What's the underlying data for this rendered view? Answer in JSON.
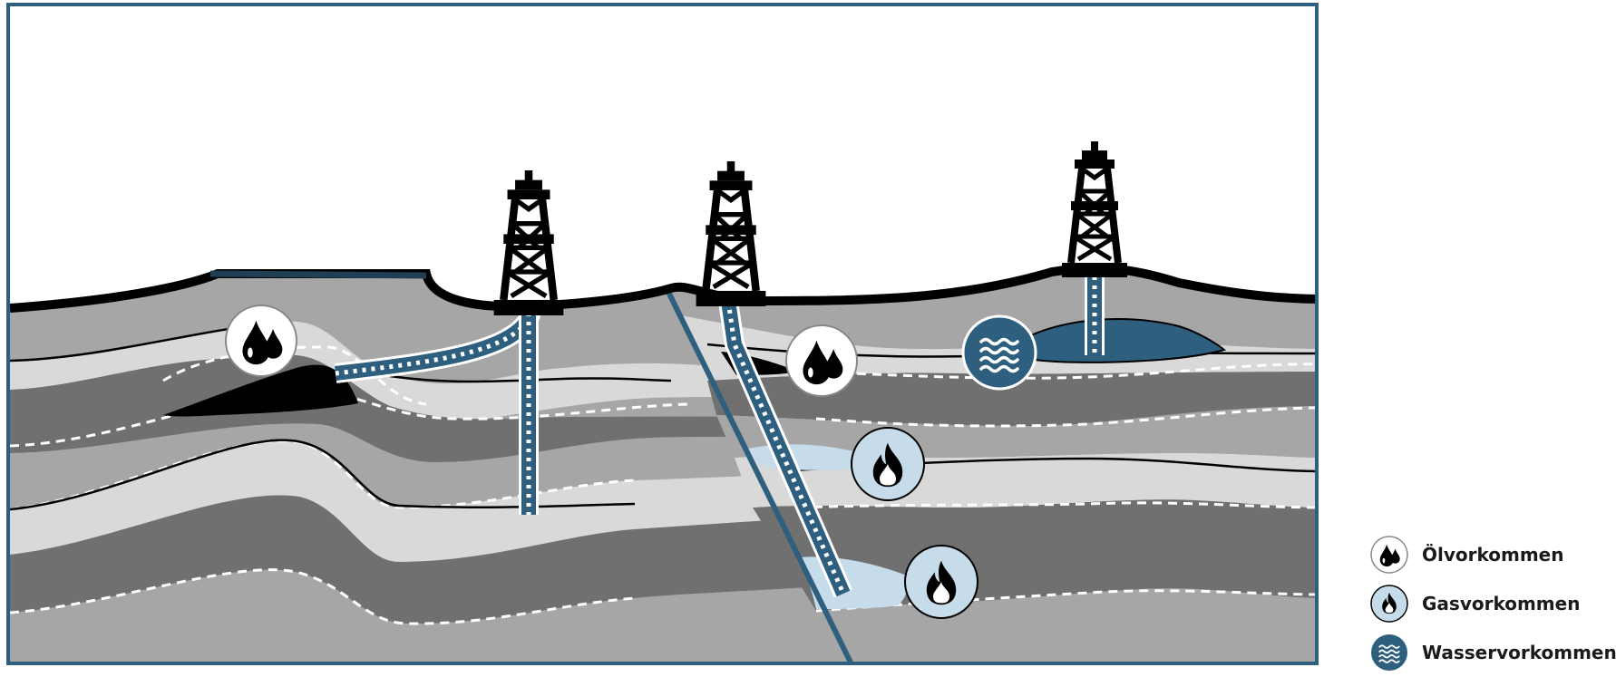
{
  "legend": {
    "items": [
      {
        "id": "oil",
        "label": "Ölvorkommen",
        "icon": "oil-drops-icon"
      },
      {
        "id": "gas",
        "label": "Gasvorkommen",
        "icon": "flame-icon"
      },
      {
        "id": "water",
        "label": "Wasservorkommen",
        "icon": "water-waves-icon"
      }
    ]
  },
  "colors": {
    "frame": "#2f5f7f",
    "water": "#2f5f7f",
    "gas_fill": "#c6dceb",
    "oil_fill": "#ffffff",
    "layer_dark": "#707070",
    "layer_mid": "#a6a6a6",
    "layer_light": "#d9d9d9",
    "ground_line": "#000000",
    "pipe": "#2f5f7f"
  },
  "markers": [
    {
      "type": "oil"
    },
    {
      "type": "oil"
    },
    {
      "type": "water"
    },
    {
      "type": "gas"
    },
    {
      "type": "gas"
    }
  ],
  "rigs": [
    {
      "id": "rig-1"
    },
    {
      "id": "rig-2"
    },
    {
      "id": "rig-3"
    }
  ]
}
